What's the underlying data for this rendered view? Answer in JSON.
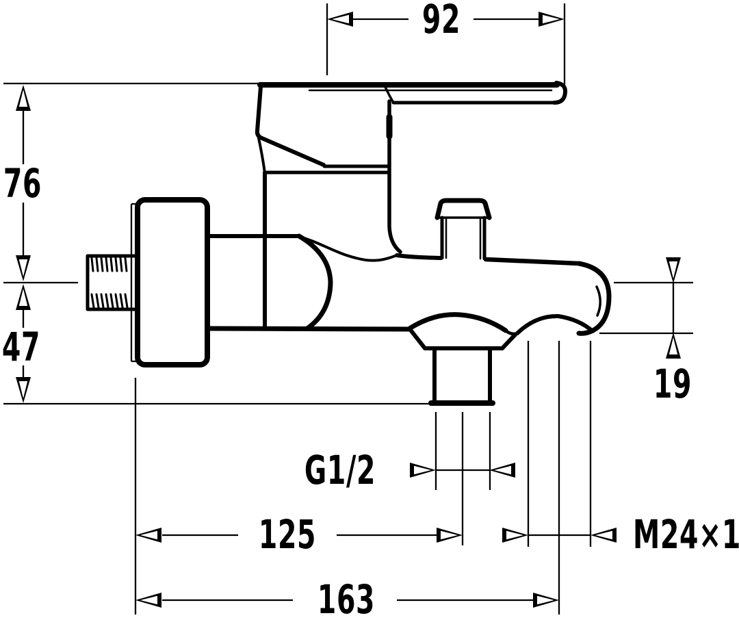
{
  "dimensions": {
    "lever_width": "92",
    "upper_height": "76",
    "lower_height": "47",
    "spout_end_height": "19",
    "bottom_outlet_thread": "G1/2",
    "bottom_outlet_distance": "125",
    "shower_outlet_thread": "M24×1",
    "overall_distance": "163"
  }
}
